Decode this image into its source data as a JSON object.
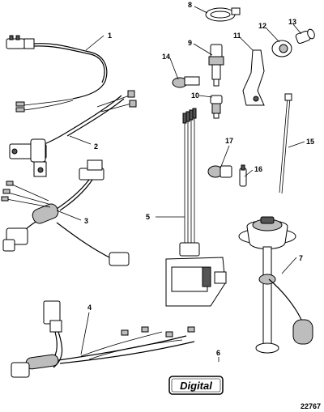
{
  "callouts": [
    {
      "id": "1",
      "label": "1"
    },
    {
      "id": "2",
      "label": "2"
    },
    {
      "id": "3",
      "label": "3"
    },
    {
      "id": "4",
      "label": "4"
    },
    {
      "id": "5",
      "label": "5"
    },
    {
      "id": "6",
      "label": "6"
    },
    {
      "id": "7",
      "label": "7"
    },
    {
      "id": "8",
      "label": "8"
    },
    {
      "id": "9",
      "label": "9"
    },
    {
      "id": "10",
      "label": "10"
    },
    {
      "id": "11",
      "label": "11"
    },
    {
      "id": "12",
      "label": "12"
    },
    {
      "id": "13",
      "label": "13"
    },
    {
      "id": "14",
      "label": "14"
    },
    {
      "id": "15",
      "label": "15"
    },
    {
      "id": "16",
      "label": "16"
    },
    {
      "id": "17",
      "label": "17"
    }
  ],
  "badge": {
    "label": "Digital"
  },
  "figure_number": "22767"
}
